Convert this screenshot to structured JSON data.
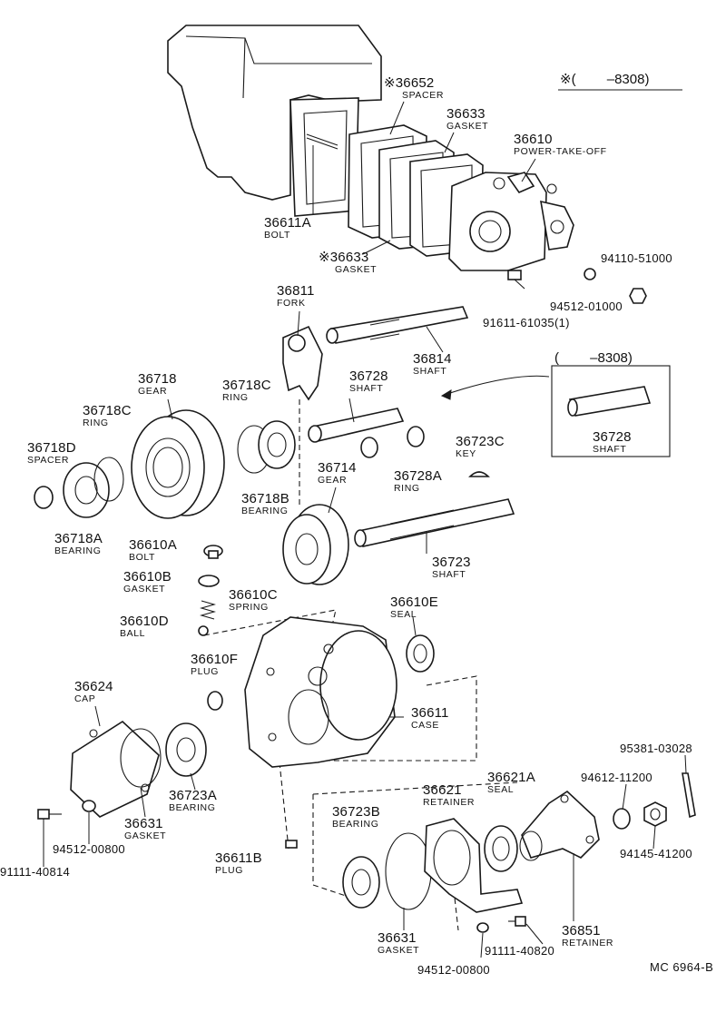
{
  "legend": {
    "mark": "※",
    "range": "(　　 –8308)"
  },
  "inset": {
    "range": "(　　 –8308)",
    "part_number": "36728",
    "part_name": "SHAFT"
  },
  "reference_code": "MC  6964-B",
  "parts": [
    {
      "id": "36652",
      "number": "※36652",
      "name": "SPACER"
    },
    {
      "id": "36633-top",
      "number": "36633",
      "name": "GASKET"
    },
    {
      "id": "36610",
      "number": "36610",
      "name": "POWER-TAKE-OFF"
    },
    {
      "id": "36611A",
      "number": "36611A",
      "name": "BOLT"
    },
    {
      "id": "36633-bottom",
      "number": "※36633",
      "name": "GASKET"
    },
    {
      "id": "94110-51000",
      "number": "94110-51000",
      "name": ""
    },
    {
      "id": "94512-01000",
      "number": "94512-01000",
      "name": ""
    },
    {
      "id": "91611-61035",
      "number": "91611-61035(1)",
      "name": ""
    },
    {
      "id": "36811",
      "number": "36811",
      "name": "FORK"
    },
    {
      "id": "36814",
      "number": "36814",
      "name": "SHAFT"
    },
    {
      "id": "36718",
      "number": "36718",
      "name": "GEAR"
    },
    {
      "id": "36718C-left",
      "number": "36718C",
      "name": "RING"
    },
    {
      "id": "36718C-right",
      "number": "36718C",
      "name": "RING"
    },
    {
      "id": "36728",
      "number": "36728",
      "name": "SHAFT"
    },
    {
      "id": "36718D",
      "number": "36718D",
      "name": "SPACER"
    },
    {
      "id": "36723C",
      "number": "36723C",
      "name": "KEY"
    },
    {
      "id": "36714",
      "number": "36714",
      "name": "GEAR"
    },
    {
      "id": "36728A",
      "number": "36728A",
      "name": "RING"
    },
    {
      "id": "36718B",
      "number": "36718B",
      "name": "BEARING"
    },
    {
      "id": "36718A",
      "number": "36718A",
      "name": "BEARING"
    },
    {
      "id": "36723",
      "number": "36723",
      "name": "SHAFT"
    },
    {
      "id": "36610A",
      "number": "36610A",
      "name": "BOLT"
    },
    {
      "id": "36610B",
      "number": "36610B",
      "name": "GASKET"
    },
    {
      "id": "36610C",
      "number": "36610C",
      "name": "SPRING"
    },
    {
      "id": "36610E",
      "number": "36610E",
      "name": "SEAL"
    },
    {
      "id": "36610D",
      "number": "36610D",
      "name": "BALL"
    },
    {
      "id": "36610F",
      "number": "36610F",
      "name": "PLUG"
    },
    {
      "id": "36624",
      "number": "36624",
      "name": "CAP"
    },
    {
      "id": "36611",
      "number": "36611",
      "name": "CASE"
    },
    {
      "id": "95381-03028",
      "number": "95381-03028",
      "name": ""
    },
    {
      "id": "36621",
      "number": "36621",
      "name": "RETAINER"
    },
    {
      "id": "36621A",
      "number": "36621A",
      "name": "SEAL"
    },
    {
      "id": "94612-11200",
      "number": "94612-11200",
      "name": ""
    },
    {
      "id": "36723A",
      "number": "36723A",
      "name": "BEARING"
    },
    {
      "id": "36723B",
      "number": "36723B",
      "name": "BEARING"
    },
    {
      "id": "36631-left",
      "number": "36631",
      "name": "GASKET"
    },
    {
      "id": "94145-41200",
      "number": "94145-41200",
      "name": ""
    },
    {
      "id": "94512-00800-left",
      "number": "94512-00800",
      "name": ""
    },
    {
      "id": "91111-40814",
      "number": "91111-40814",
      "name": ""
    },
    {
      "id": "36611B",
      "number": "36611B",
      "name": "PLUG"
    },
    {
      "id": "36851",
      "number": "36851",
      "name": "RETAINER"
    },
    {
      "id": "36631-bottom",
      "number": "36631",
      "name": "GASKET"
    },
    {
      "id": "91111-40820",
      "number": "91111-40820",
      "name": ""
    },
    {
      "id": "94512-00800-bottom",
      "number": "94512-00800",
      "name": ""
    }
  ]
}
